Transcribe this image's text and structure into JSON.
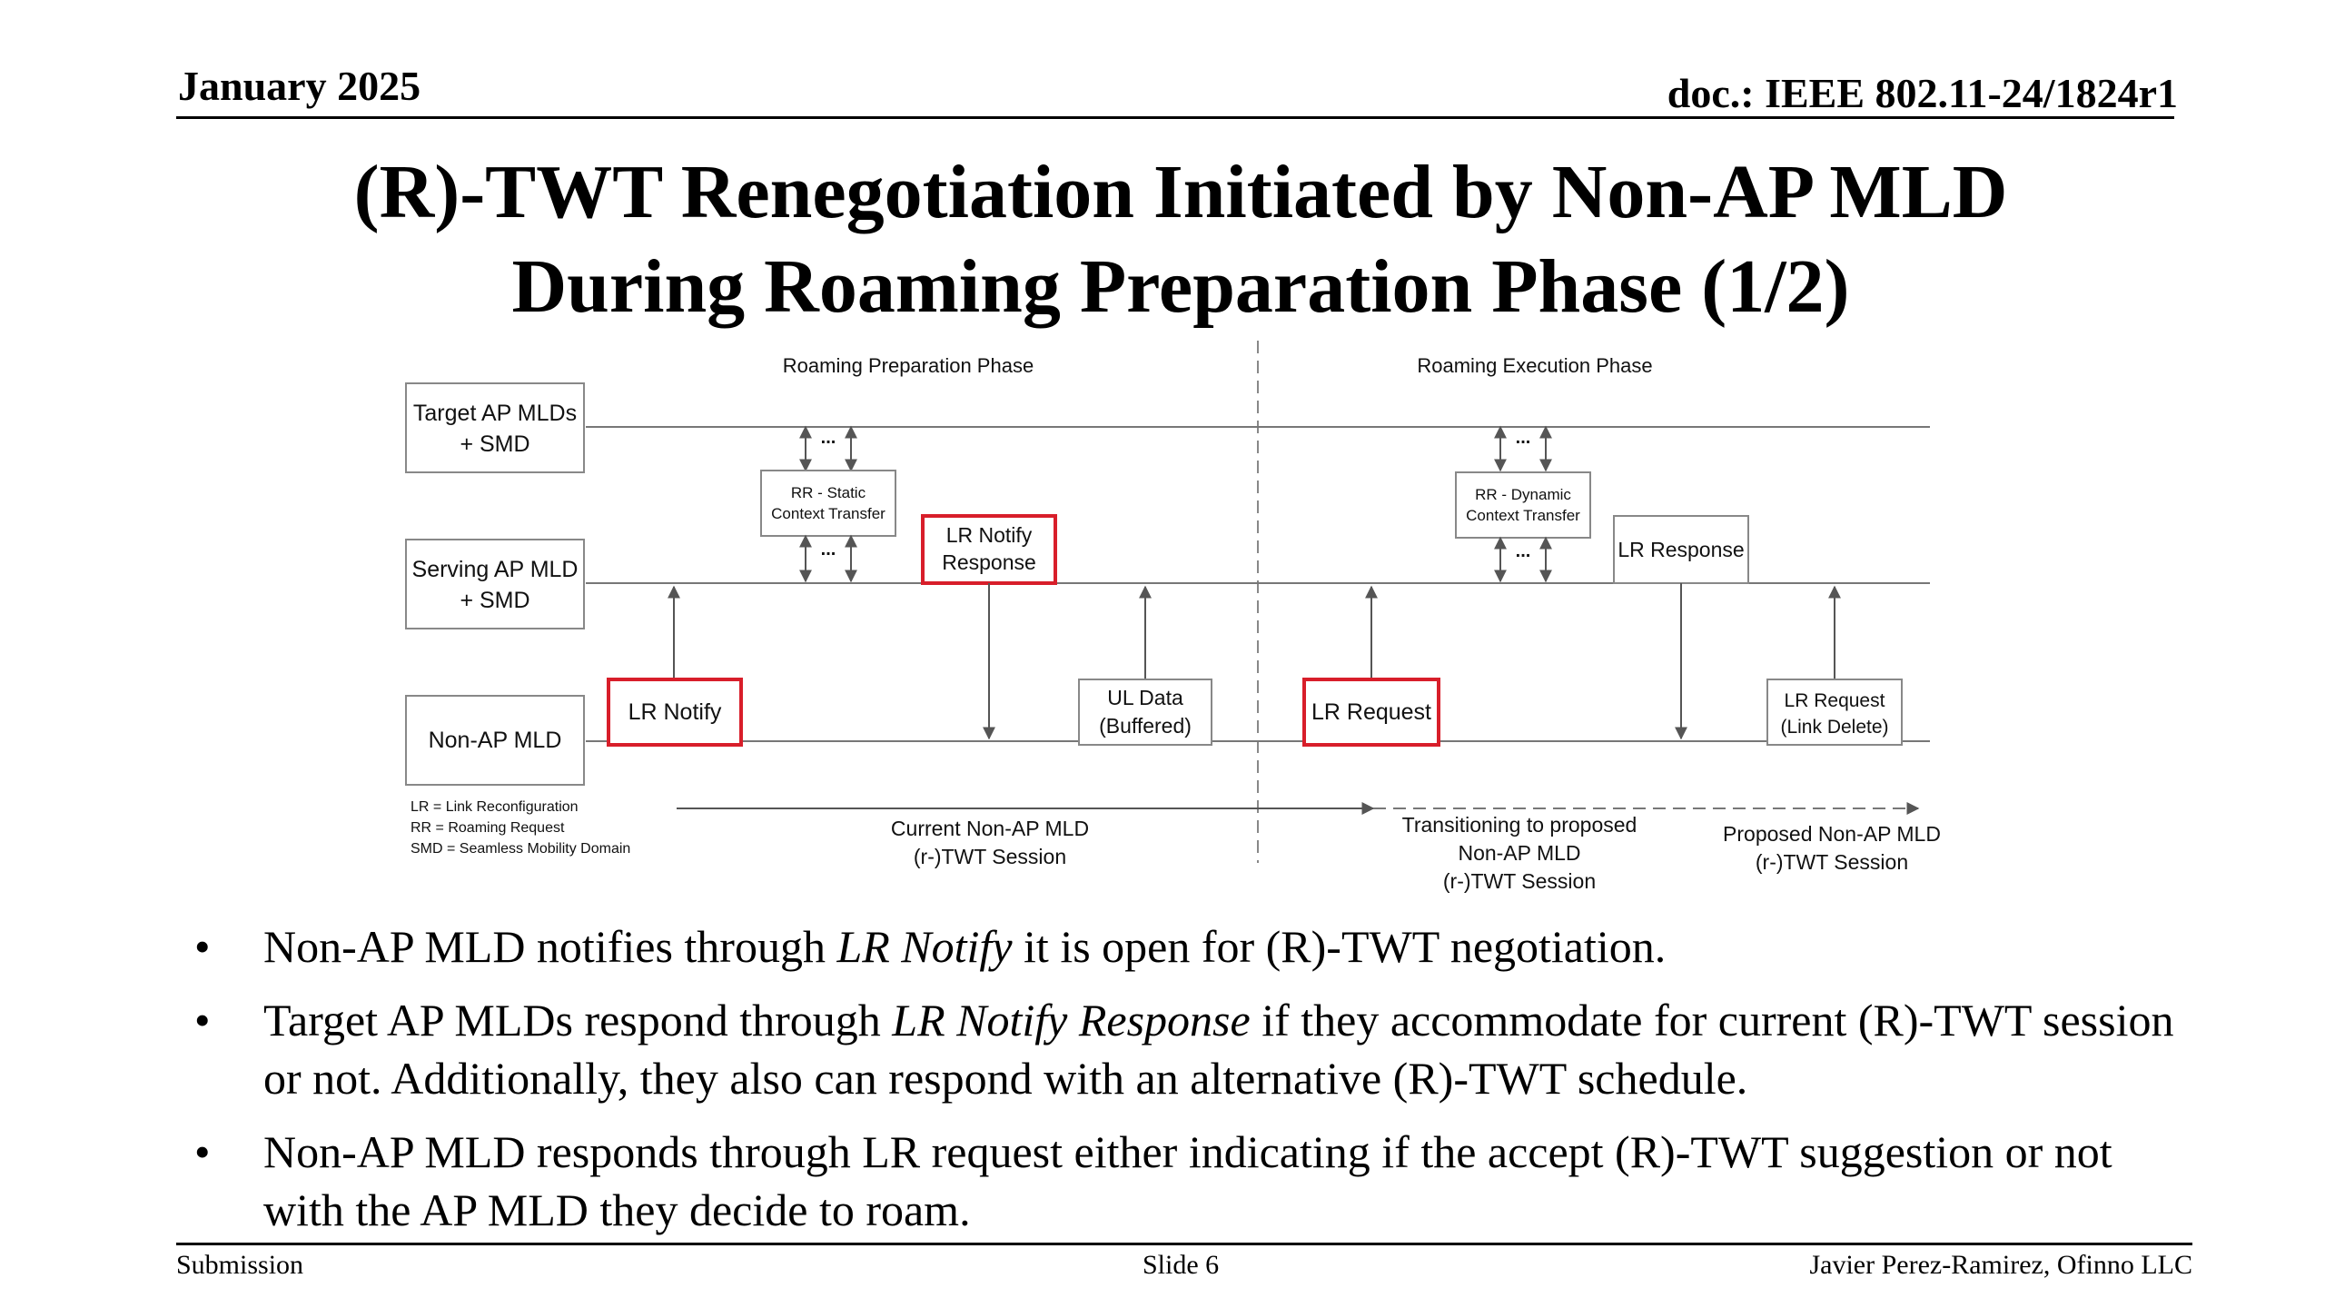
{
  "header": {
    "date": "January 2025",
    "doc": "doc.: IEEE 802.11-24/1824r1"
  },
  "title": {
    "line1": "(R)-TWT Renegotiation Initiated by Non-AP MLD",
    "line2": "During Roaming Preparation Phase (1/2)"
  },
  "diagram": {
    "phase_prep": "Roaming Preparation Phase",
    "phase_exec": "Roaming Execution Phase",
    "entities": {
      "target": [
        "Target AP MLDs",
        "+ SMD"
      ],
      "serving": [
        "Serving AP MLD",
        "+ SMD"
      ],
      "nonap": "Non-AP MLD"
    },
    "boxes": {
      "rr_static": [
        "RR - Static",
        "Context Transfer"
      ],
      "lr_notify_response": [
        "LR Notify",
        "Response"
      ],
      "lr_notify": "LR Notify",
      "ul_data": [
        "UL Data",
        "(Buffered)"
      ],
      "rr_dynamic": [
        "RR - Dynamic",
        "Context Transfer"
      ],
      "lr_response": "LR Response",
      "lr_request": "LR Request",
      "lr_request_delete": [
        "LR Request",
        "(Link Delete)"
      ]
    },
    "ellipsis": "...",
    "legend": [
      "LR = Link Reconfiguration",
      "RR = Roaming Request",
      "SMD = Seamless Mobility Domain"
    ],
    "sessions": {
      "current": [
        "Current Non-AP MLD",
        "(r-)TWT Session"
      ],
      "transition": [
        "Transitioning to proposed",
        "Non-AP MLD",
        "(r-)TWT Session"
      ],
      "proposed": [
        "Proposed Non-AP MLD",
        "(r-)TWT Session"
      ]
    },
    "colors": {
      "highlight": "#d81e2a",
      "box_border": "#888888",
      "line": "#777777"
    }
  },
  "bullets": [
    {
      "pre": "Non-AP MLD notifies through ",
      "em": "LR Notify",
      "post": " it is open for (R)-TWT negotiation."
    },
    {
      "pre": "Target AP MLDs respond through ",
      "em": "LR Notify Response",
      "post": " if they accommodate for current (R)-TWT session or not. Additionally, they also can respond with an alternative (R)-TWT schedule."
    },
    {
      "pre": "Non-AP MLD responds through LR request either indicating if the accept (R)-TWT suggestion or not with the AP MLD they decide to roam.",
      "em": "",
      "post": ""
    }
  ],
  "bullet_symbol": "•",
  "footer": {
    "left": "Submission",
    "center": "Slide 6",
    "right": "Javier Perez-Ramirez, Ofinno LLC"
  }
}
